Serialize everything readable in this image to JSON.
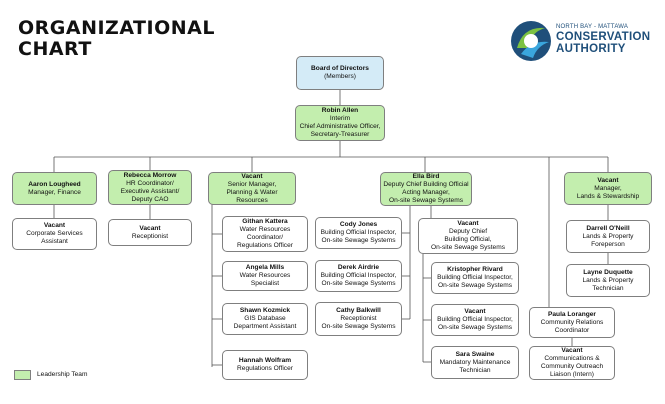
{
  "title": {
    "line1": "ORGANIZATIONAL",
    "line2": "CHART"
  },
  "logo": {
    "line1": "NORTH BAY - MATTAWA",
    "line2": "CONSERVATION",
    "line3": "AUTHORITY"
  },
  "legend": {
    "label": "Leadership Team",
    "color": "#c3eeae"
  },
  "colors": {
    "leadership": "#c3eeae",
    "board": "#d4ebf7",
    "border": "#7f7f7f"
  },
  "boxes": {
    "board": {
      "name": "Board of Directors",
      "l1": "(Members)"
    },
    "cao": {
      "name": "Robin Allen",
      "l1": "Interim",
      "l2": "Chief Administrative Officer,",
      "l3": "Secretary-Treasurer"
    },
    "lougheed": {
      "name": "Aaron Lougheed",
      "l1": "Manager, Finance"
    },
    "morrow": {
      "name": "Rebecca Morrow",
      "l1": "HR Coordinator/",
      "l2": "Executive Assistant/",
      "l3": "Deputy CAO"
    },
    "water_mgr": {
      "name": "Vacant",
      "l1": "Senior Manager,",
      "l2": "Planning & Water Resources"
    },
    "bird": {
      "name": "Ella Bird",
      "l1": "Deputy Chief Building Official",
      "l2": "Acting Manager,",
      "l3": "On-site Sewage Systems"
    },
    "lands_mgr": {
      "name": "Vacant",
      "l1": "Manager,",
      "l2": "Lands & Stewardship"
    },
    "corp_asst": {
      "name": "Vacant",
      "l1": "Corporate Services",
      "l2": "Assistant"
    },
    "receptionist": {
      "name": "Vacant",
      "l1": "Receptionist"
    },
    "kattera": {
      "name": "Githan Kattera",
      "l1": "Water Resources",
      "l2": "Coordinator/",
      "l3": "Regulations Officer"
    },
    "mills": {
      "name": "Angela Mills",
      "l1": "Water Resources",
      "l2": "Specialist"
    },
    "kozmick": {
      "name": "Shawn Kozmick",
      "l1": "GIS Database",
      "l2": "Department Assistant"
    },
    "wolfram": {
      "name": "Hannah Wolfram",
      "l1": "Regulations Officer"
    },
    "jones": {
      "name": "Cody Jones",
      "l1": "Building Official Inspector,",
      "l2": "On-site Sewage Systems"
    },
    "airdrie": {
      "name": "Derek Airdrie",
      "l1": "Building Official Inspector,",
      "l2": "On-site Sewage Systems"
    },
    "balkwill": {
      "name": "Cathy Balkwill",
      "l1": "Receptionist",
      "l2": "On-site Sewage Systems"
    },
    "deputy_cbo": {
      "name": "Vacant",
      "l1": "Deputy Chief",
      "l2": "Building Official,",
      "l3": "On-site Sewage Systems"
    },
    "rivard": {
      "name": "Kristopher Rivard",
      "l1": "Building Official Inspector,",
      "l2": "On-site Sewage Systems"
    },
    "inspector_vac": {
      "name": "Vacant",
      "l1": "Building Official Inspector,",
      "l2": "On-site Sewage Systems"
    },
    "swaine": {
      "name": "Sara Swaine",
      "l1": "Mandatory Maintenance",
      "l2": "Technician"
    },
    "loranger": {
      "name": "Paula Loranger",
      "l1": "Community Relations",
      "l2": "Coordinator"
    },
    "comm_liaison": {
      "name": "Vacant",
      "l1": "Communications &",
      "l2": "Community Outreach",
      "l3": "Liaison (Intern)"
    },
    "oneill": {
      "name": "Darrell O'Neill",
      "l1": "Lands & Property",
      "l2": "Foreperson"
    },
    "duquette": {
      "name": "Layne Duquette",
      "l1": "Lands & Property",
      "l2": "Technician"
    }
  }
}
